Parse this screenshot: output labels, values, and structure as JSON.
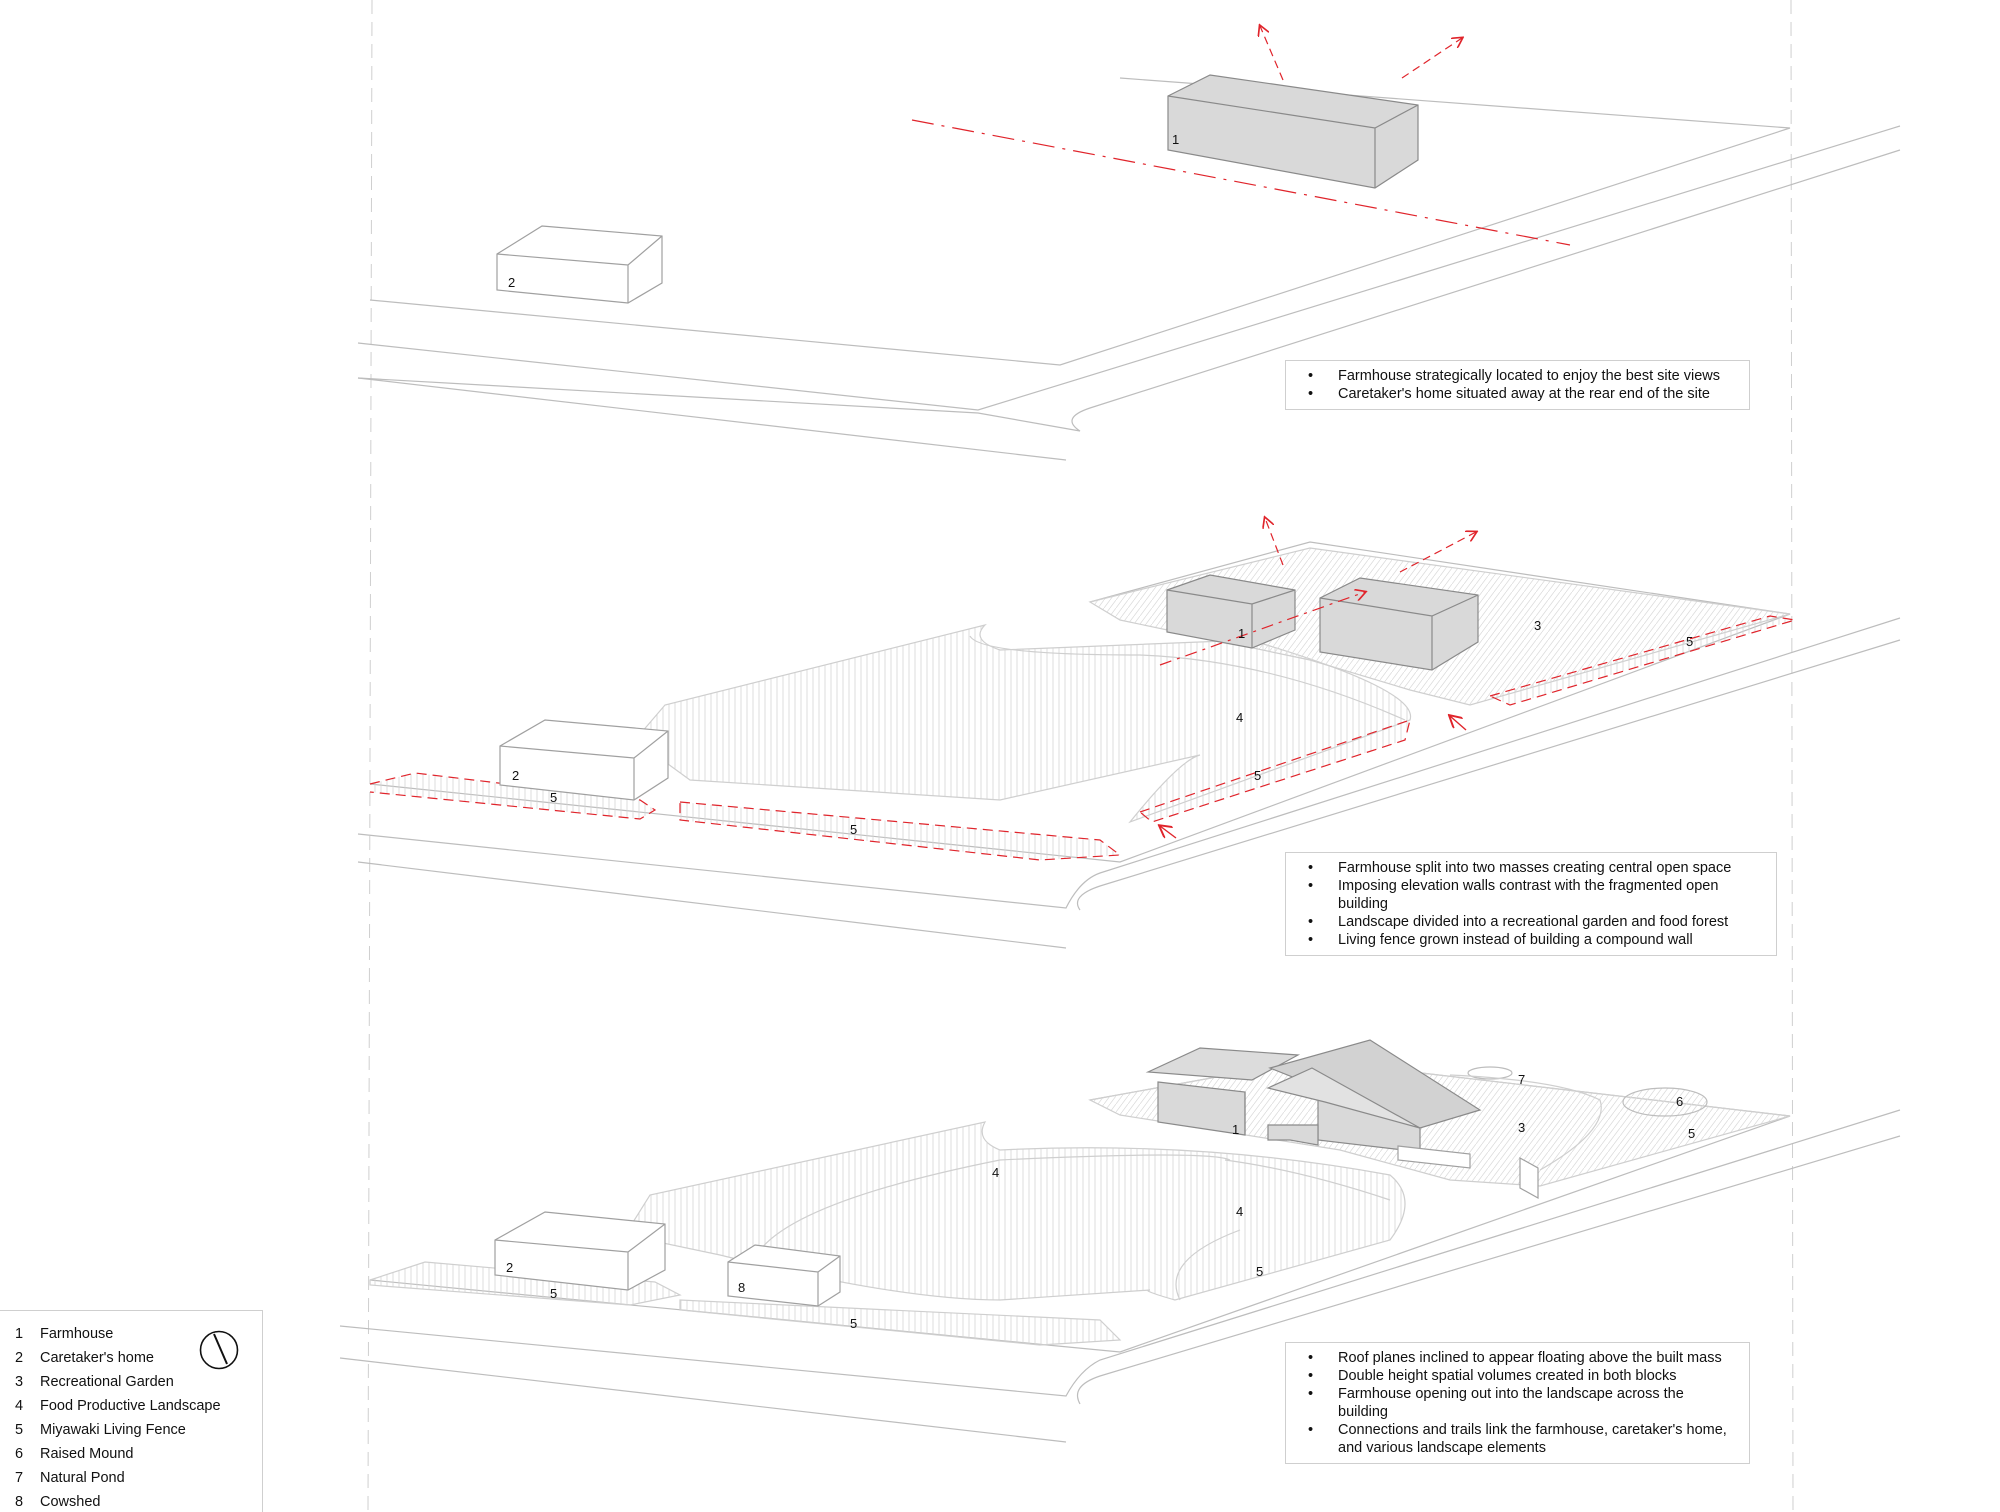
{
  "notes": [
    {
      "items": [
        "Farmhouse strategically located to enjoy the best site views",
        "Caretaker's home situated away at the rear end of the site"
      ]
    },
    {
      "items": [
        "Farmhouse split into two masses creating central open space",
        "Imposing elevation walls contrast with the fragmented open building",
        "Landscape divided into a recreational garden and food forest",
        "Living fence grown instead of building a compound wall"
      ]
    },
    {
      "items": [
        "Roof planes inclined to appear floating above the built mass",
        "Double height spatial volumes created in both blocks",
        "Farmhouse opening out into the landscape across the building",
        "Connections and trails link the farmhouse, caretaker's home, and various landscape elements"
      ]
    }
  ],
  "legend": [
    {
      "num": "1",
      "label": "Farmhouse"
    },
    {
      "num": "2",
      "label": "Caretaker's home"
    },
    {
      "num": "3",
      "label": "Recreational Garden"
    },
    {
      "num": "4",
      "label": "Food Productive Landscape"
    },
    {
      "num": "5",
      "label": "Miyawaki Living Fence"
    },
    {
      "num": "6",
      "label": "Raised Mound"
    },
    {
      "num": "7",
      "label": "Natural Pond"
    },
    {
      "num": "8",
      "label": "Cowshed"
    }
  ],
  "stage1": {
    "labels": [
      "1",
      "2"
    ]
  },
  "stage2": {
    "labels": [
      "1",
      "2",
      "3",
      "4",
      "5",
      "5",
      "5",
      "5"
    ]
  },
  "stage3": {
    "labels": [
      "1",
      "2",
      "3",
      "4",
      "4",
      "5",
      "5",
      "5",
      "5",
      "6",
      "7",
      "8"
    ]
  },
  "colors": {
    "accent": "#e0242b",
    "mass": "#d9d9d9",
    "line": "#bdbdbd"
  }
}
